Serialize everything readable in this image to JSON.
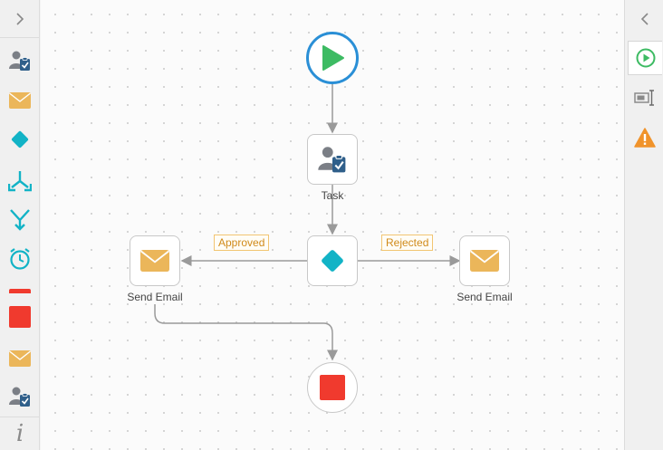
{
  "left_toolbar": {
    "tools": [
      {
        "name": "user-task",
        "icon": "user-task-icon"
      },
      {
        "name": "send-email",
        "icon": "email-icon"
      },
      {
        "name": "gateway",
        "icon": "diamond-icon"
      },
      {
        "name": "parallel-split",
        "icon": "split-arrows-icon"
      },
      {
        "name": "merge",
        "icon": "merge-arrows-icon"
      },
      {
        "name": "timer",
        "icon": "timer-icon"
      },
      {
        "name": "end",
        "icon": "end-square-icon"
      },
      {
        "name": "email-2",
        "icon": "email-icon"
      },
      {
        "name": "user-task-2",
        "icon": "user-task-icon"
      }
    ],
    "info_label": "i"
  },
  "canvas": {
    "nodes": {
      "task": {
        "label": "Task"
      },
      "email_left": {
        "label": "Send Email"
      },
      "email_right": {
        "label": "Send Email"
      }
    },
    "edges": {
      "approved": "Approved",
      "rejected": "Rejected"
    }
  },
  "colors": {
    "start_green": "#3dbb63",
    "start_ring": "#2a8fd6",
    "gateway_teal": "#12b3c6",
    "end_red": "#f03a2e",
    "email_orange": "#ebb65a",
    "label_orange": "#d08a1a",
    "icon_gray": "#7b7f86",
    "warning_orange": "#f0932b"
  },
  "right_toolbar": {
    "buttons": [
      {
        "name": "run",
        "icon": "play-icon",
        "active": true
      },
      {
        "name": "properties",
        "icon": "textbox-icon",
        "active": false
      },
      {
        "name": "validation",
        "icon": "warning-icon",
        "active": false
      }
    ]
  }
}
